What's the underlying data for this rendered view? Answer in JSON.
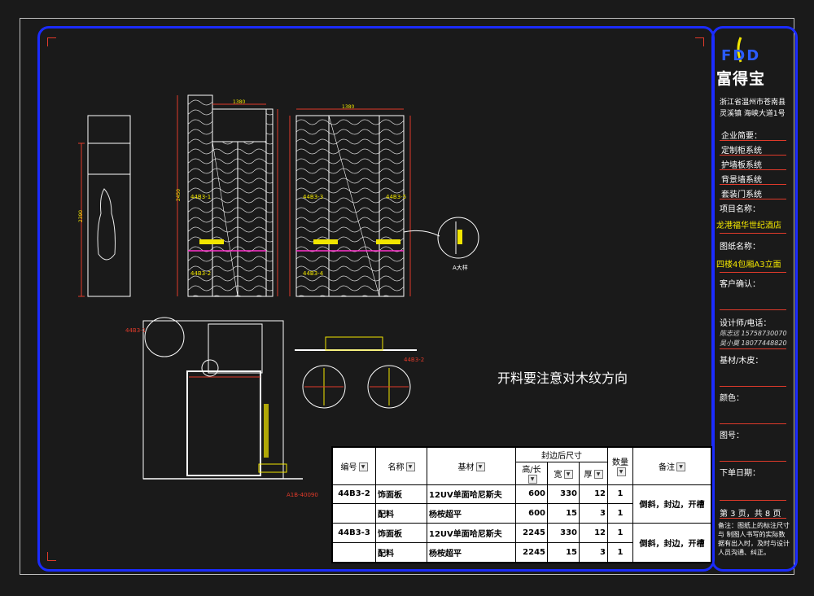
{
  "note": "开料要注意对木纹方向",
  "logo": {
    "brand_letters": "FDD",
    "name": "富得宝"
  },
  "title_block": {
    "address": [
      "浙江省温州市苍南县",
      "灵溪镇 海峡大道1号"
    ],
    "profile_heading": "企业简要：",
    "profile_items": [
      "定制柜系统",
      "护墙板系统",
      "背景墙系统",
      "套装门系统"
    ],
    "project_label": "项目名称：",
    "project_value": "龙港福华世纪酒店",
    "drawing_label": "图纸名称：",
    "drawing_value": "四楼4包厢A3立面",
    "client_label": "客户确认：",
    "designer_label": "设计师/电话：",
    "designer_lines": [
      "陈志远 15758730070",
      "吴小莫 18077448820"
    ],
    "material_label": "基材/木皮：",
    "color_label": "颜色：",
    "number_label": "图号：",
    "date_label": "下单日期：",
    "page": "第 3 页，共 8 页",
    "remarks": "备注：图纸上的标注尺寸与 制图人书写的实际数据有出入时，及时与设计人员沟通、纠正。"
  },
  "table": {
    "headers": {
      "code": "编号",
      "name": "名称",
      "base": "基材",
      "edge_size": "封边后尺寸",
      "height": "高/长",
      "width": "宽",
      "thick": "厚",
      "qty": "数量",
      "remark": "备注"
    },
    "rows": [
      {
        "code": "44B3-2",
        "name": "饰面板",
        "base": "12UV单面哈尼斯夫",
        "h": "600",
        "w": "330",
        "t": "12",
        "q": "1"
      },
      {
        "code": "",
        "name": "配料",
        "base": "杨桉超平",
        "h": "600",
        "w": "15",
        "t": "3",
        "q": "1"
      },
      {
        "code": "44B3-3",
        "name": "饰面板",
        "base": "12UV单面哈尼斯夫",
        "h": "2245",
        "w": "330",
        "t": "12",
        "q": "1"
      },
      {
        "code": "",
        "name": "配料",
        "base": "杨桉超平",
        "h": "2245",
        "w": "15",
        "t": "3",
        "q": "1"
      }
    ],
    "remark_groups": [
      "倒斜，封边，开槽",
      "倒斜，封边，开槽"
    ]
  },
  "drawing_labels": {
    "panel_a": "44B3-1",
    "panel_b": "44B3-2",
    "panel_c": "44B3-3",
    "panel_d": "44B3-4",
    "panel_e": "44B3-5",
    "detail": "A大样",
    "section_tag": "44B3-1",
    "section_tag2": "44B3-2",
    "bottom_tag": "A1B-40090",
    "dim_top1": "1380",
    "dim_top2": "1380",
    "dim_height": "2450",
    "dim_side": "2390"
  },
  "colors": {
    "frame_blue": "#1b2cff",
    "accent_red": "#e03a2a",
    "cad_yellow": "#f2e600",
    "cad_magenta": "#ff33cc"
  }
}
